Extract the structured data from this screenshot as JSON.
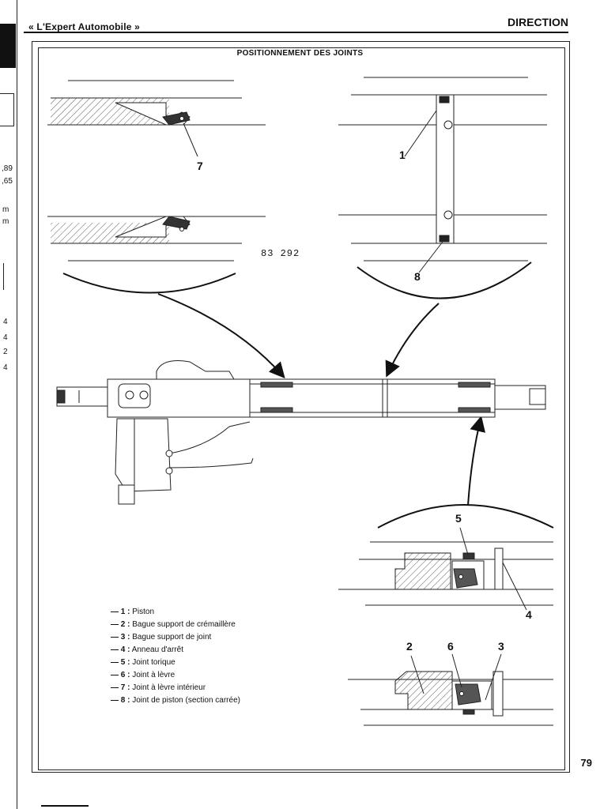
{
  "header": {
    "publication": "« L'Expert Automobile »",
    "section": "DIRECTION"
  },
  "margin_fragments": [
    ",89",
    ",65",
    "m",
    "m",
    "4",
    "4",
    "2",
    "4"
  ],
  "figure": {
    "title": "POSITIONNEMENT DES JOINTS",
    "reference": "83 292",
    "callouts": [
      "1",
      "2",
      "3",
      "4",
      "5",
      "6",
      "7",
      "8"
    ]
  },
  "legend": [
    {
      "num": "— 1 :",
      "text": "Piston"
    },
    {
      "num": "— 2 :",
      "text": "Bague support de crémaillère"
    },
    {
      "num": "— 3 :",
      "text": "Bague support de joint"
    },
    {
      "num": "— 4 :",
      "text": "Anneau d'arrêt"
    },
    {
      "num": "— 5 :",
      "text": "Joint torique"
    },
    {
      "num": "— 6 :",
      "text": "Joint à lèvre"
    },
    {
      "num": "— 7 :",
      "text": "Joint à lèvre intérieur"
    },
    {
      "num": "— 8 :",
      "text": "Joint de piston (section carrée)"
    }
  ],
  "page_number": "79"
}
